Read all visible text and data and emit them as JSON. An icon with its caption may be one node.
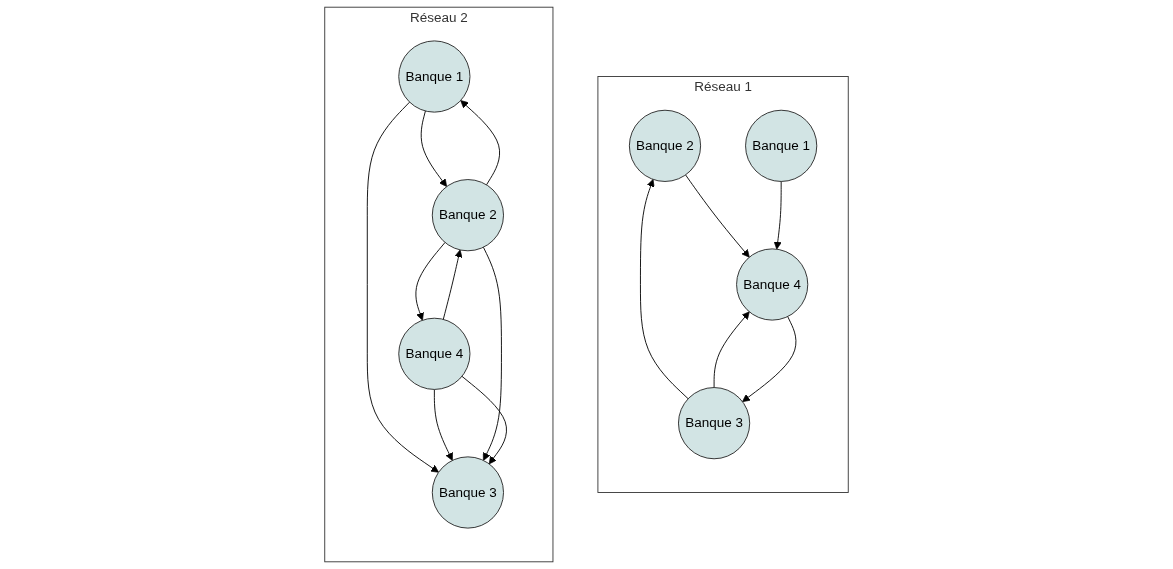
{
  "diagram": {
    "nodes": [
      {
        "text": [
          "Réseau 1"
        ]
      },
      {
        "text": [
          "Banque 2"
        ],
        "in": 0
      },
      {
        "text": [
          "Banque 3"
        ],
        "in": 0
      },
      {
        "text": [
          "Banque 4"
        ],
        "in": 0
      },
      {
        "text": [
          "Banque 1"
        ],
        "in": 0
      },
      {
        "text": [
          "Réseau 2"
        ]
      },
      {
        "text": [
          "Banque 1"
        ],
        "in": 5
      },
      {
        "text": [
          "Banque 2"
        ],
        "in": 5
      },
      {
        "text": [
          "Banque 3"
        ],
        "in": 5
      },
      {
        "text": [
          "Banque 4"
        ],
        "in": 5
      }
    ],
    "edges": [
      {
        "from": 2,
        "to": 1,
        "arrow": "to"
      },
      {
        "from": 2,
        "to": 3,
        "arrow": "to"
      },
      {
        "from": 1,
        "to": 3,
        "arrow": "to"
      },
      {
        "from": 3,
        "to": 2,
        "arrow": "to"
      },
      {
        "from": 4,
        "to": 3,
        "arrow": "to"
      },
      {
        "from": 6,
        "to": 8,
        "arrow": "to"
      },
      {
        "from": 7,
        "to": 6,
        "arrow": "to"
      },
      {
        "from": 6,
        "to": 7,
        "arrow": "to"
      },
      {
        "from": 7,
        "to": 9,
        "arrow": "to"
      },
      {
        "from": 9,
        "to": 8,
        "arrow": "to"
      },
      {
        "from": 9,
        "to": 7,
        "arrow": "to"
      },
      {
        "from": 7,
        "to": 8,
        "arrow": "to"
      },
      {
        "from": 9,
        "to": 8,
        "arrow": "to"
      }
    ]
  }
}
